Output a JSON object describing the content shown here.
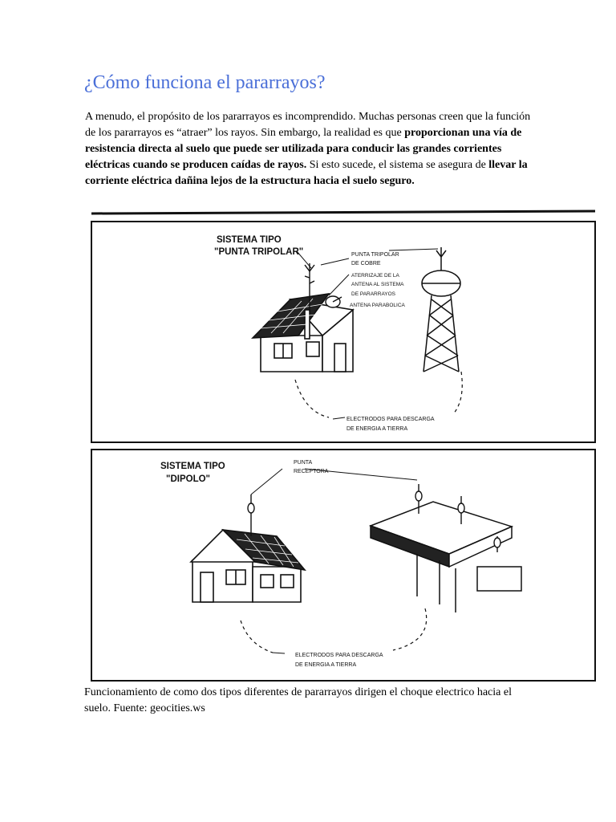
{
  "article": {
    "title": "¿Cómo funciona el pararrayos?",
    "intro_1": "A menudo, el propósito de los pararrayos es incomprendido. Muchas personas creen que la función de los pararrayos es “atraer” los rayos. Sin embargo, la realidad es que ",
    "intro_bold_1": "proporcionan una vía de resistencia directa al suelo que puede ser utilizada para conducir las grandes corrientes eléctricas cuando se producen caídas de rayos.",
    "intro_2": " Si esto sucede, el sistema se asegura de ",
    "intro_bold_2": "llevar la corriente eléctrica dañina lejos de la estructura hacia el suelo seguro.",
    "caption": "Funcionamiento de como dos tipos diferentes de pararrayos dirigen el choque electrico hacia el suelo. Fuente: geocities.ws"
  },
  "figure": {
    "panel_top": {
      "system_line1": "SISTEMA TIPO",
      "system_line2": "\"PUNTA TRIPOLAR\"",
      "label_punta_1": "PUNTA TRIPOLAR",
      "label_punta_2": "DE COBRE",
      "label_aterrizaje_1": "ATERRIZAJE DE LA",
      "label_aterrizaje_2": "ANTENA AL SISTEMA",
      "label_aterrizaje_3": "DE PARARRAYOS",
      "label_antena": "ANTENA PARABOLICA",
      "label_electrodos_1": "ELECTRODOS PARA DESCARGA",
      "label_electrodos_2": "DE ENERGIA A TIERRA"
    },
    "panel_bottom": {
      "system_line1": "SISTEMA TIPO",
      "system_line2": "\"DIPOLO\"",
      "label_punta_1": "PUNTA",
      "label_punta_2": "RECEPTORA",
      "label_electrodos_1": "ELECTRODOS PARA DESCARGA",
      "label_electrodos_2": "DE ENERGIA A TIERRA"
    }
  }
}
